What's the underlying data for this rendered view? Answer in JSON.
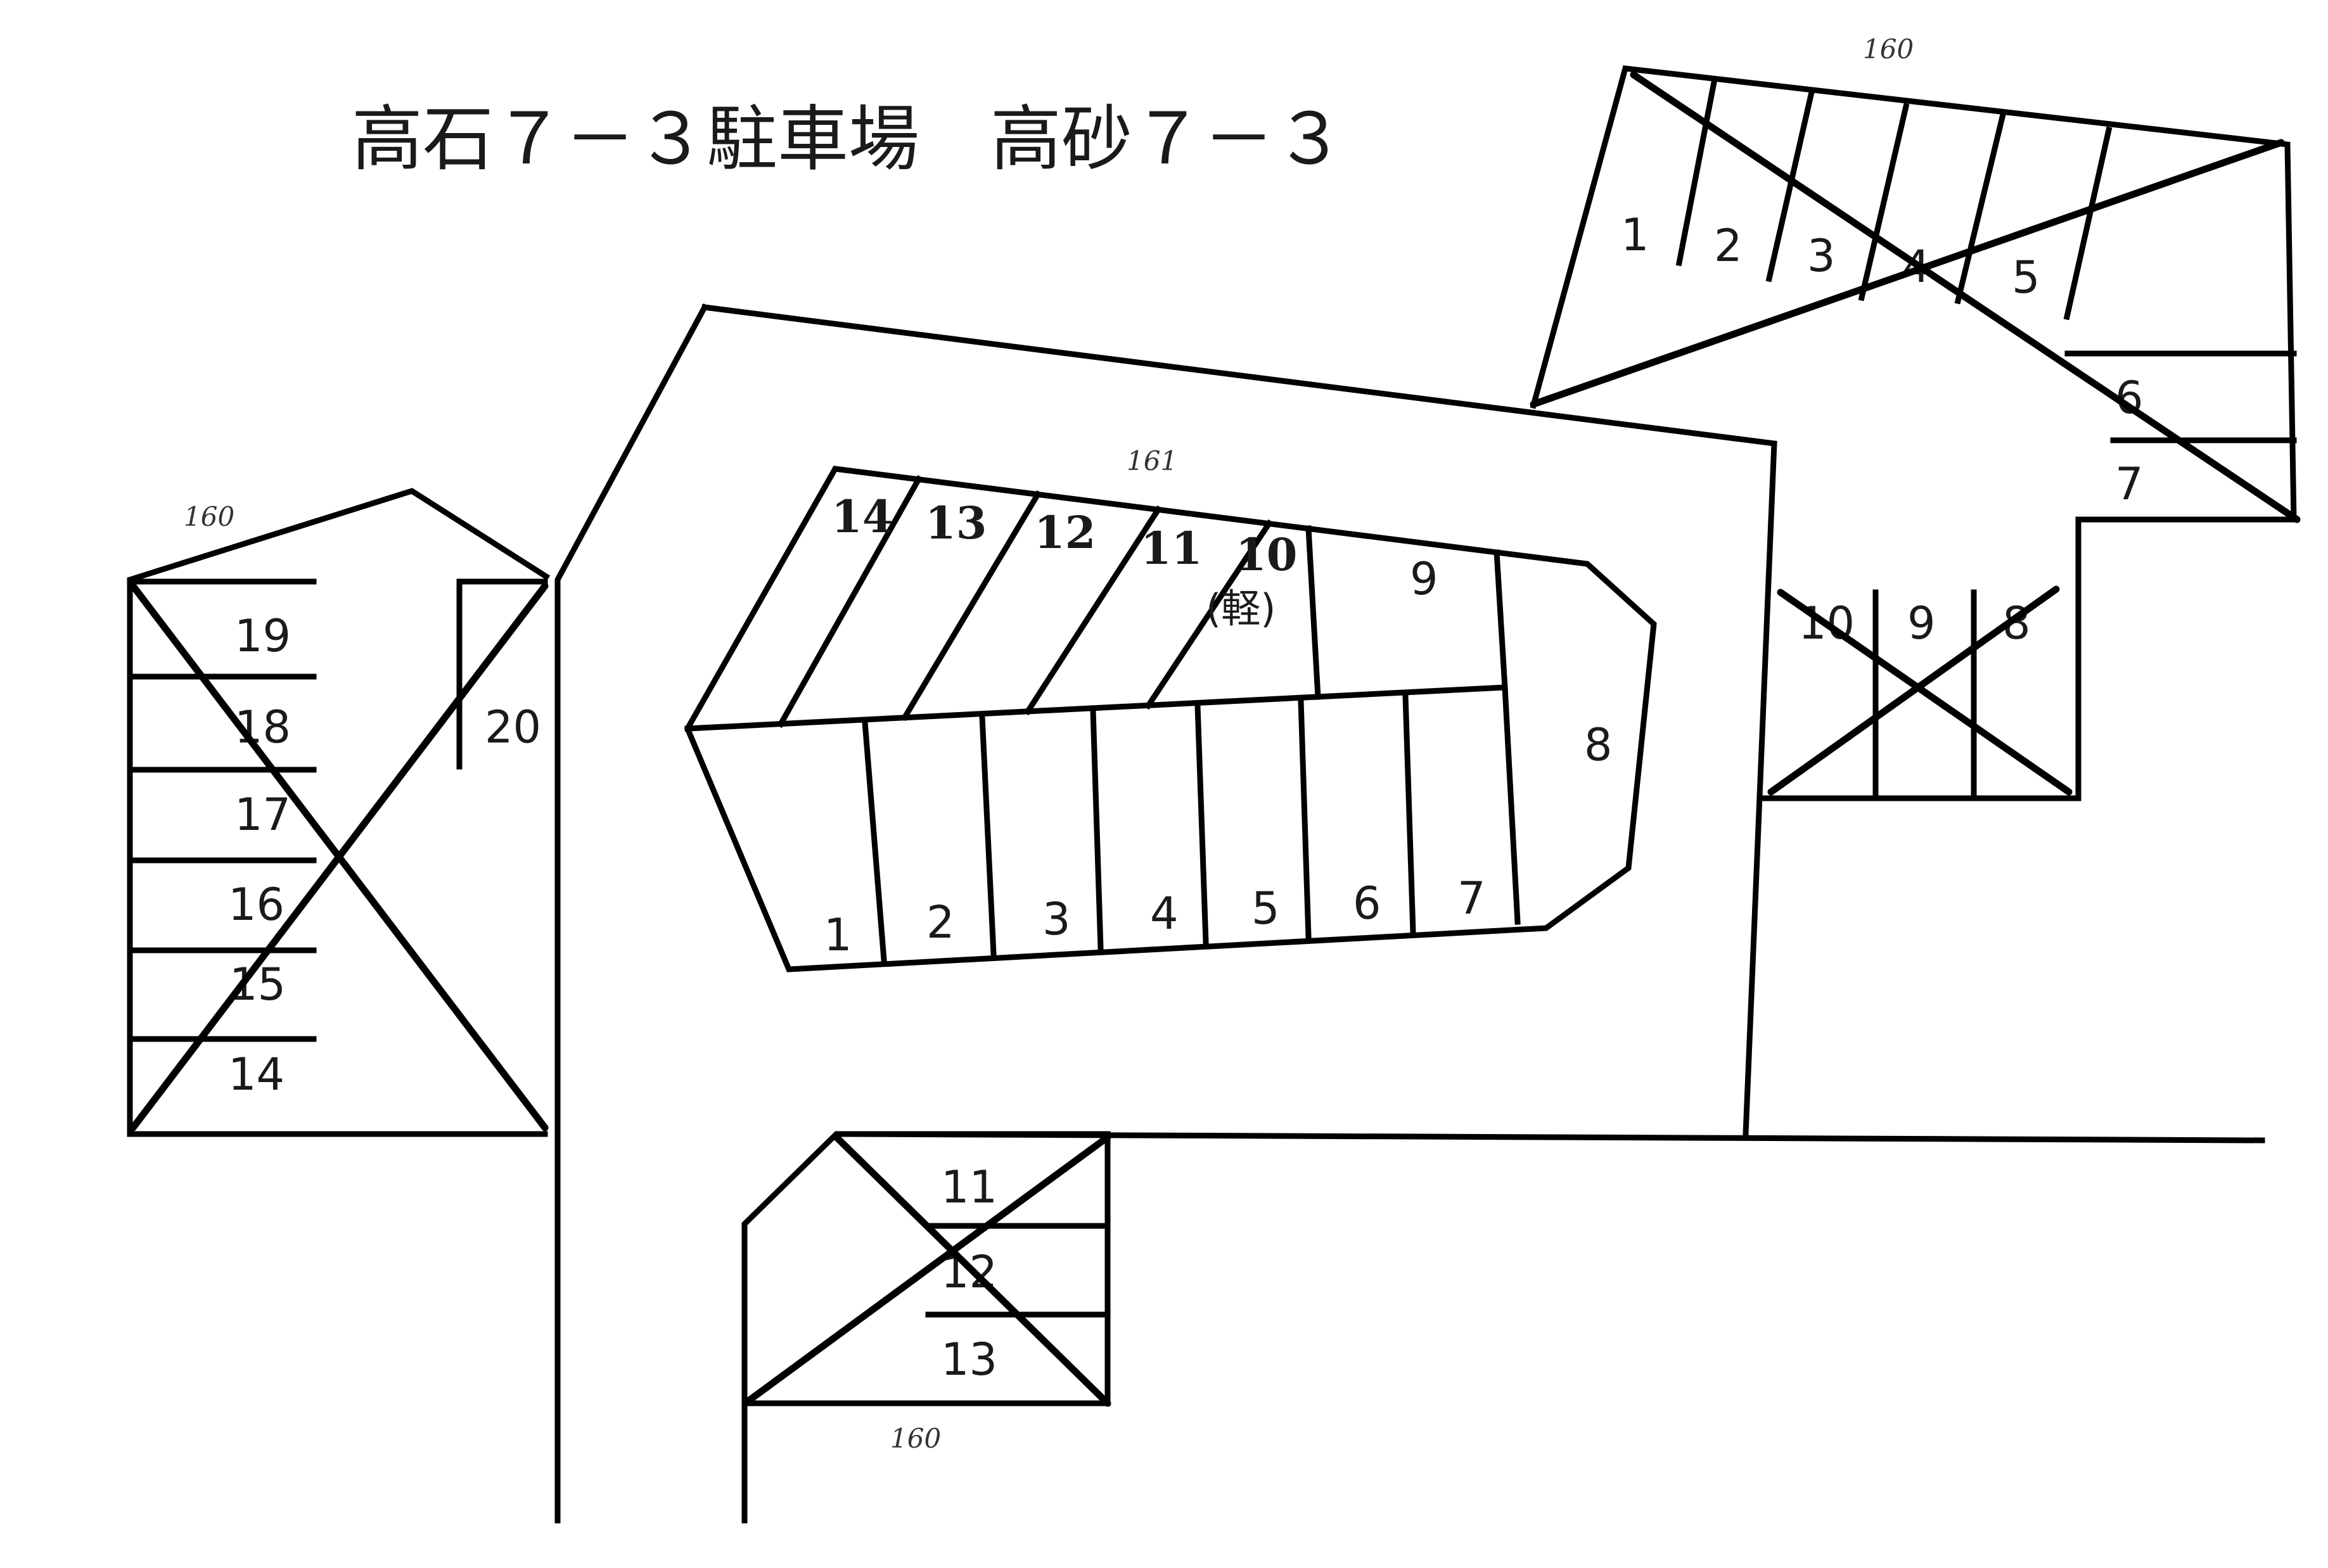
{
  "title": "高石７－３駐車場　高砂７－３",
  "annotations": [
    "160",
    "161",
    "160",
    "160"
  ],
  "lot_top_right": {
    "spaces": [
      "1",
      "2",
      "3",
      "4",
      "5",
      "6",
      "7"
    ],
    "crossed_out": true
  },
  "lot_center": {
    "top_row": [
      "14",
      "13",
      "12",
      "11",
      "10",
      "(軽)",
      "9"
    ],
    "bottom_row": [
      "1",
      "2",
      "3",
      "4",
      "5",
      "6",
      "7"
    ],
    "end_space": "8"
  },
  "lot_right_small": {
    "spaces": [
      "10",
      "9",
      "8"
    ],
    "crossed_out": true
  },
  "lot_left": {
    "spaces": [
      "19",
      "18",
      "17",
      "16",
      "15",
      "14",
      "20"
    ],
    "crossed_out": true
  },
  "lot_bottom": {
    "spaces": [
      "11",
      "12",
      "13"
    ],
    "crossed_out": true
  }
}
